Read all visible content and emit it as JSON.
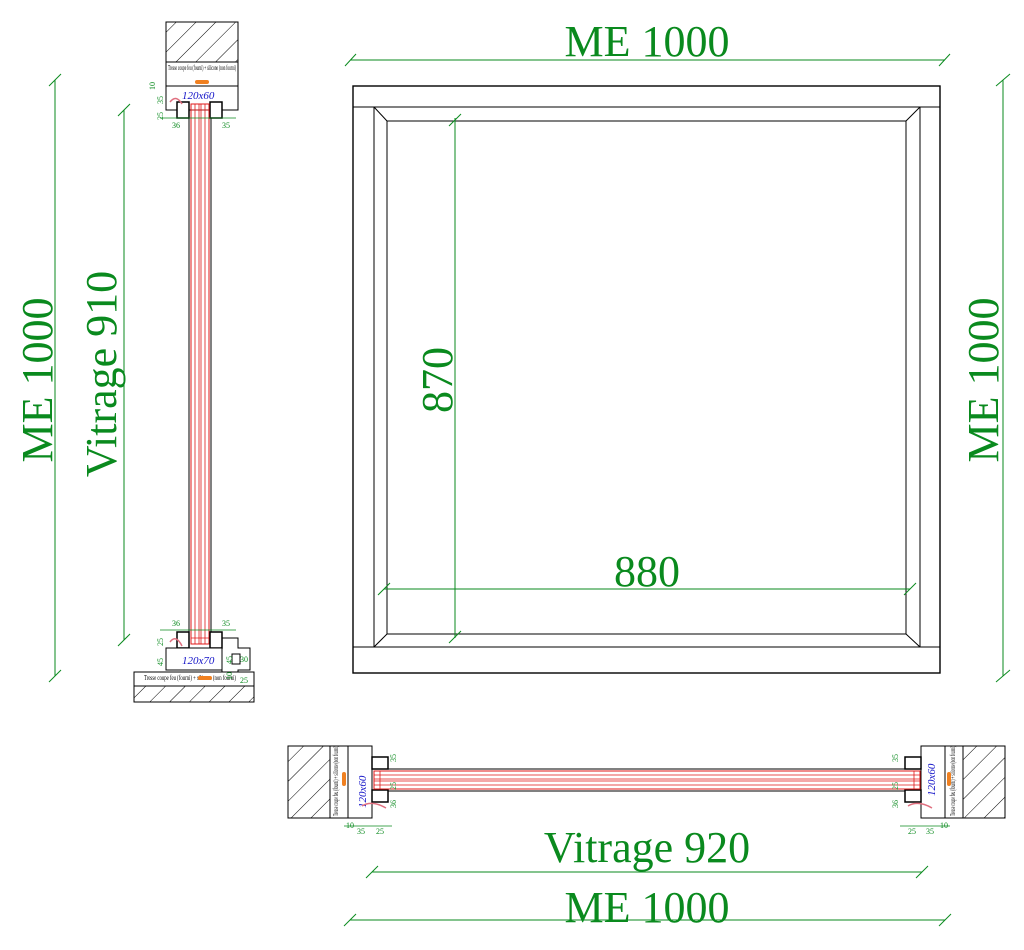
{
  "colors": {
    "dimension": "#0a8a1e",
    "frame": "#000000",
    "glass": "#e01818",
    "profile_label": "#1414c8",
    "seal": "#f08020"
  },
  "front_view": {
    "top_label": "ME 1000",
    "right_label": "ME 1000",
    "glass_height_label": "870",
    "glass_width_label": "880"
  },
  "vertical_section": {
    "outer_label": "ME 1000",
    "glass_label": "Vitrage 910",
    "top_profile": "120x60",
    "bottom_profile": "120x70",
    "top_note": "Tresse coupe feu (fourni) + silicone (non fourni)",
    "bottom_note": "Tresse coupe feu (fourni) + silicone (non fourni)",
    "top_dims": [
      "10",
      "35",
      "25",
      "36",
      "35"
    ],
    "bottom_dims": [
      "36",
      "35",
      "25",
      "45",
      "45",
      "30",
      "10",
      "25"
    ]
  },
  "horizontal_section": {
    "glass_label": "Vitrage 920",
    "outer_label": "ME 1000",
    "left_profile": "120x60",
    "right_profile": "120x60",
    "left_note": "Tresse coupe feu (fourni) + silicone (non fourni)",
    "right_note": "Tresse coupe feu (fourni) + silicone (non fourni)",
    "left_dims": [
      "35",
      "25",
      "36",
      "10",
      "35",
      "25"
    ],
    "right_dims": [
      "35",
      "25",
      "36",
      "10",
      "25",
      "35"
    ]
  }
}
